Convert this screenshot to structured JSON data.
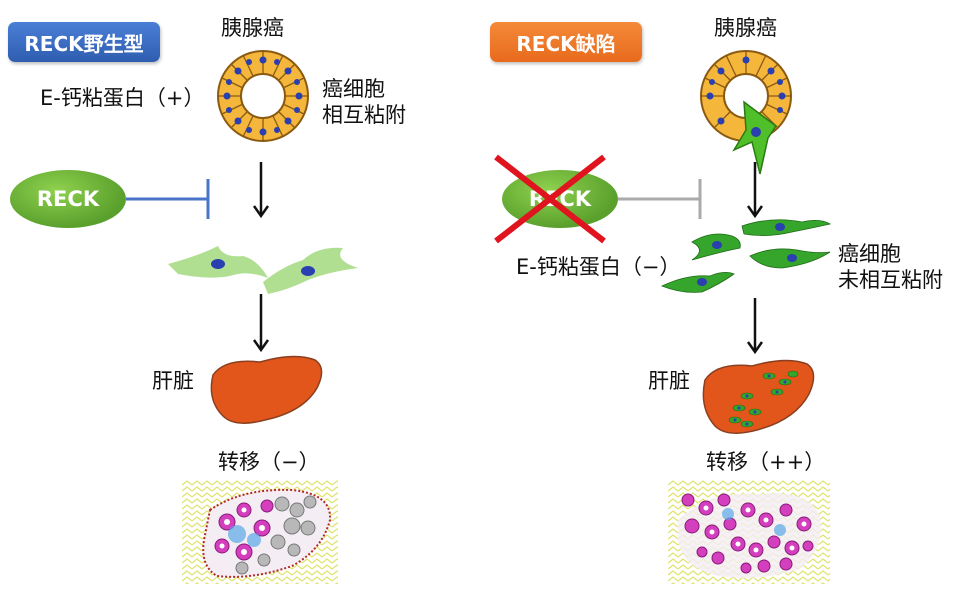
{
  "left": {
    "badge": "RECK野生型",
    "badge_color": "#3f6fc4",
    "tumor": "胰腺癌",
    "ecad": "E-钙粘蛋白（+）",
    "adhesion": "癌细胞\n相互粘附",
    "reck": "RECK",
    "liver": "肝脏",
    "metastasis": "转移（−）"
  },
  "right": {
    "badge": "RECK缺陷",
    "badge_color": "#ef7a2b",
    "tumor": "胰腺癌",
    "ecad": "E-钙粘蛋白（−）",
    "adhesion": "癌细胞\n未相互粘附",
    "reck": "RECK",
    "liver": "肝脏",
    "metastasis": "转移（++）"
  },
  "icons": [
    "acinus-icon",
    "fibroblast-cell-icon",
    "liver-icon",
    "histology-icon",
    "inhibit-arrow-icon",
    "down-arrow-icon",
    "cross-icon"
  ]
}
